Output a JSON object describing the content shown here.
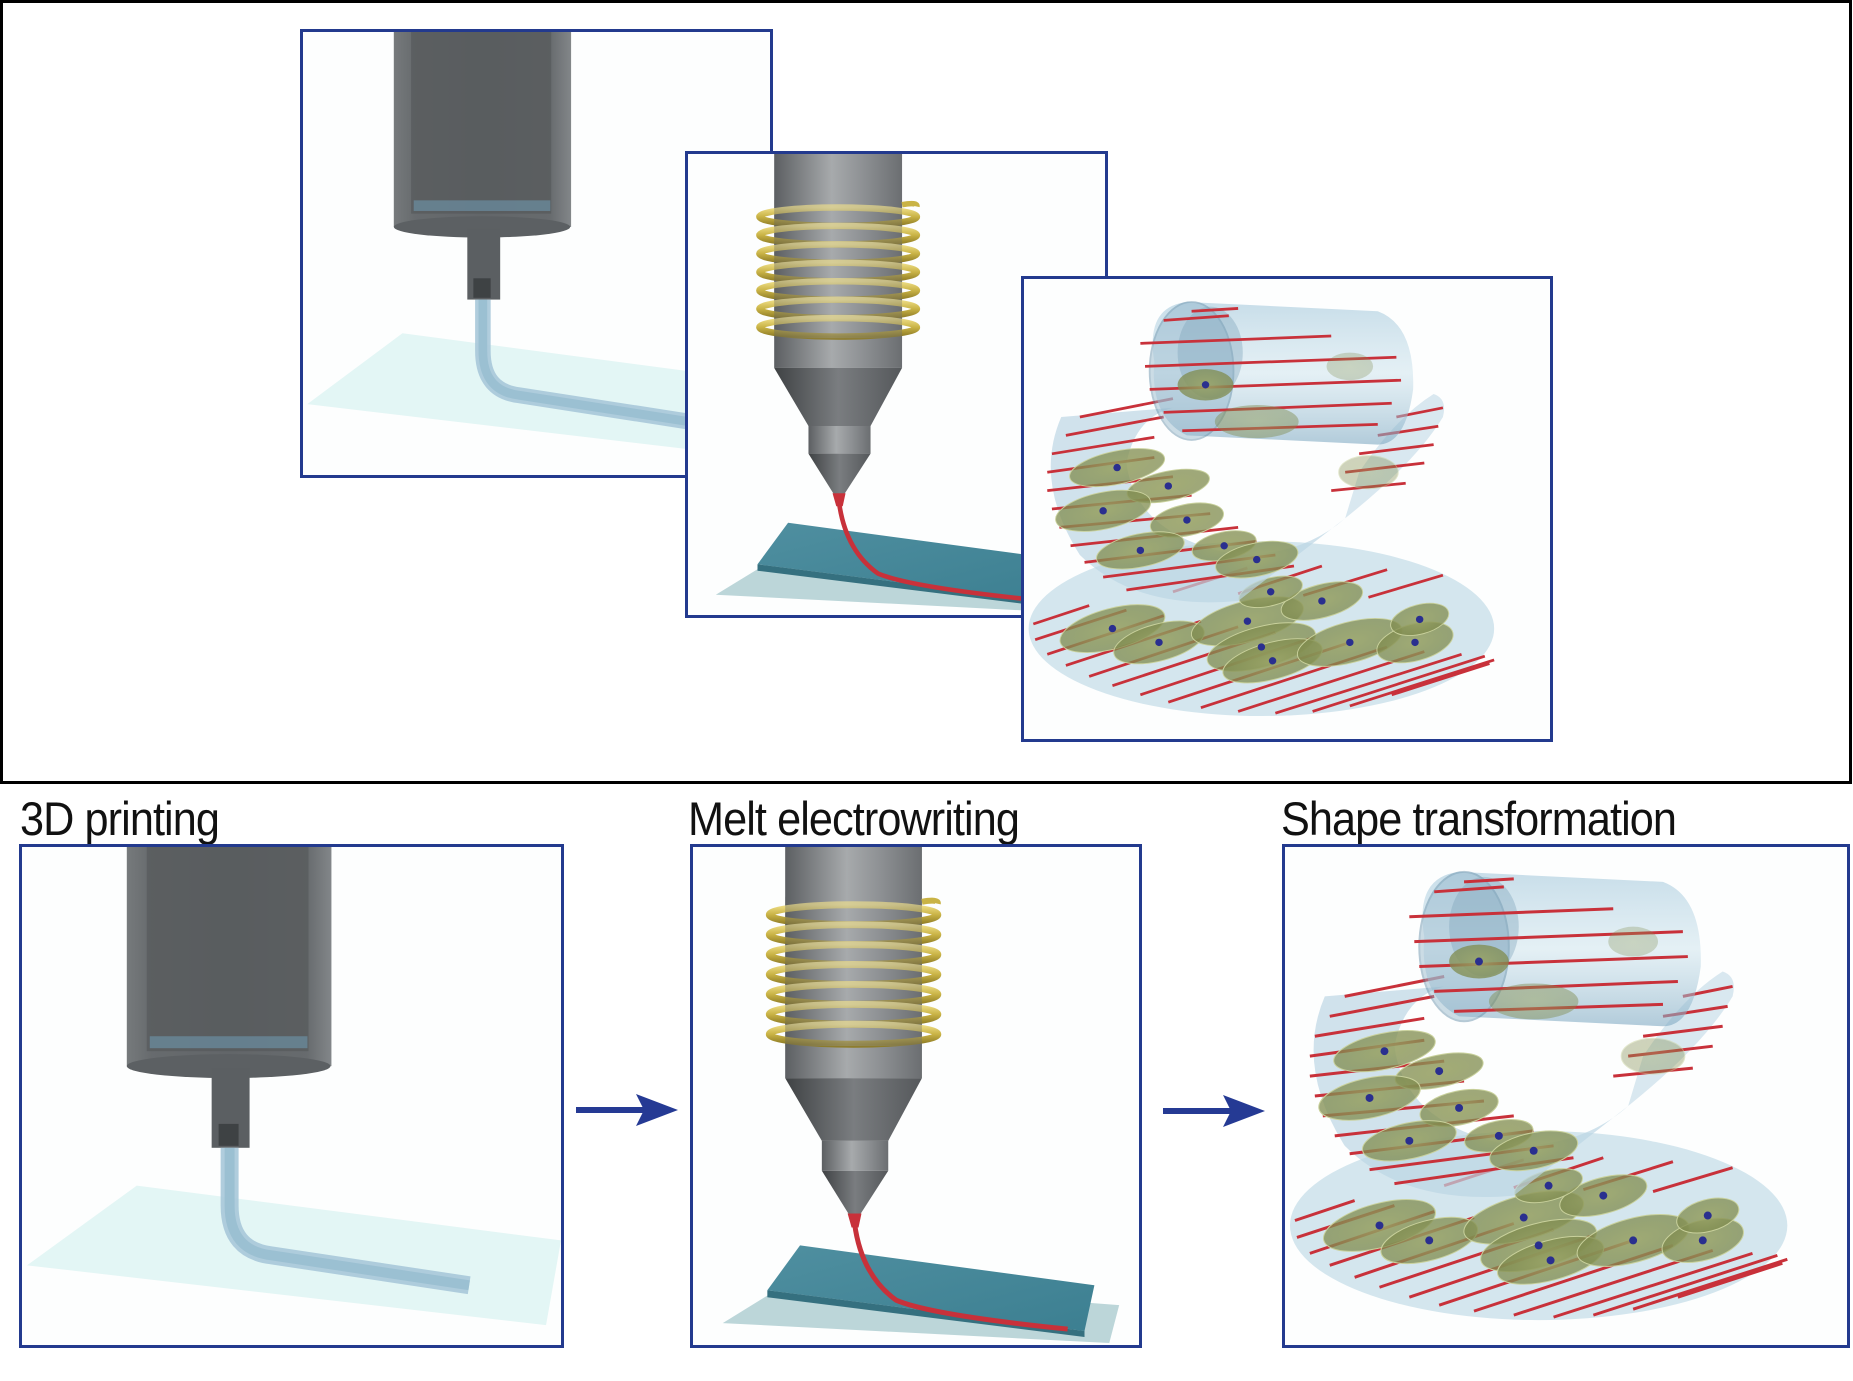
{
  "figure": {
    "overview": {
      "panels": [
        {
          "id": "printing",
          "icon": "syringe-nozzle-illustration"
        },
        {
          "id": "electrowriting",
          "icon": "coil-nozzle-illustration"
        },
        {
          "id": "transformation",
          "icon": "rolled-scaffold-illustration"
        }
      ]
    },
    "steps": [
      {
        "label": "3D printing",
        "icon": "syringe-nozzle-illustration"
      },
      {
        "label": "Melt electrowriting",
        "icon": "coil-nozzle-illustration"
      },
      {
        "label": "Shape transformation",
        "icon": "rolled-scaffold-illustration"
      }
    ],
    "arrows": [
      {
        "icon": "arrow-right-icon",
        "from": "3D printing",
        "to": "Melt electrowriting"
      },
      {
        "icon": "arrow-right-icon",
        "from": "Melt electrowriting",
        "to": "Shape transformation"
      }
    ],
    "colors": {
      "panel_border": "#233a8e",
      "arrow": "#253a94",
      "frame_border": "#000000",
      "fiber": "#c8313a",
      "coil": "#d8c45a",
      "nozzle": "#8a8c8e",
      "substrate": "#bfe3e3",
      "cell": "#8c9a5a",
      "nucleus": "#2a2f8f",
      "scaffold": "#a8cbe0"
    }
  }
}
